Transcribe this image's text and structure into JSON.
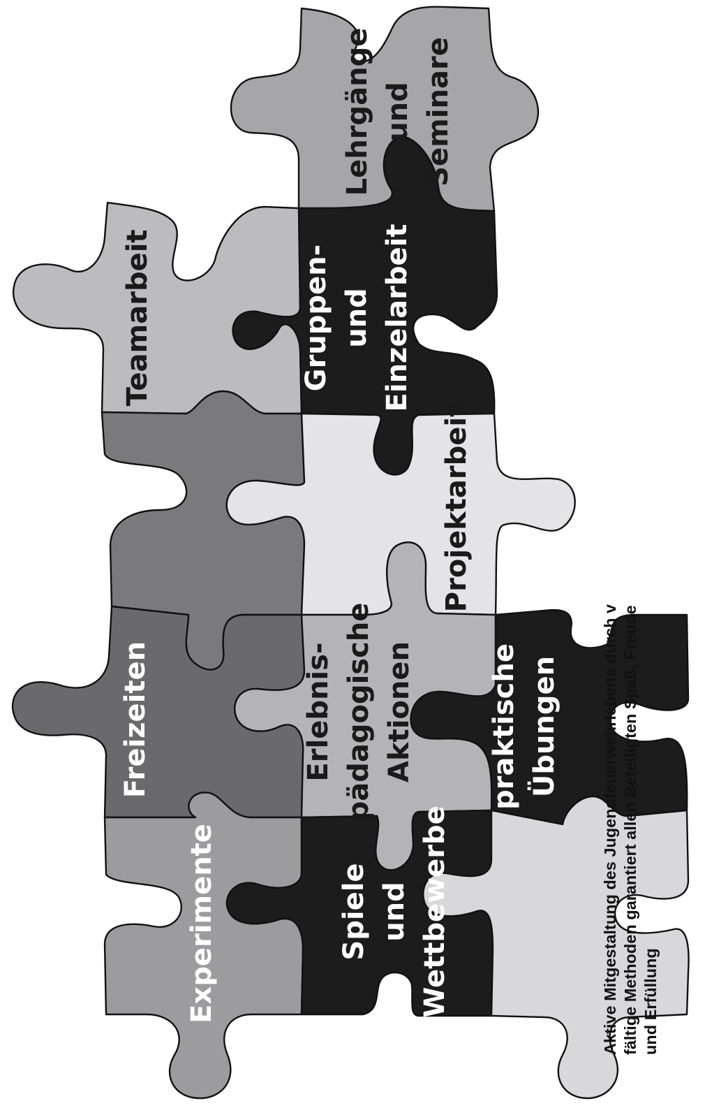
{
  "pieces": {
    "lehrgaenge": {
      "lines": [
        "Lehrgänge",
        "und",
        "Seminare"
      ],
      "fill": "#a6a6a8",
      "text_color": "#1a1a1a"
    },
    "teamarbeit": {
      "lines": [
        "Teamarbeit"
      ],
      "fill": "#bcbcbe",
      "text_color": "#1a1a1a"
    },
    "gruppen": {
      "lines": [
        "Gruppen-",
        "und",
        "Einzelarbeit"
      ],
      "fill": "#1c1c1c",
      "text_color": "#ffffff"
    },
    "upper_dark": {
      "lines": [],
      "fill": "#7a7a7c",
      "text_color": "#ffffff"
    },
    "projektarbeit": {
      "lines": [
        "Projektarbeit"
      ],
      "fill": "#e4e4e6",
      "text_color": "#1a1a1a"
    },
    "freizeiten": {
      "lines": [
        "Freizeiten"
      ],
      "fill": "#6a6a6c",
      "text_color": "#ffffff"
    },
    "erlebnis": {
      "lines": [
        "Erlebnis-",
        "pädagogische",
        "Aktionen"
      ],
      "fill": "#b4b4b6",
      "text_color": "#1a1a1a"
    },
    "praktische": {
      "lines": [
        "praktische",
        "Übungen"
      ],
      "fill": "#1c1c1c",
      "text_color": "#ffffff"
    },
    "experimente": {
      "lines": [
        "Experimente"
      ],
      "fill": "#9c9c9e",
      "text_color": "#ffffff"
    },
    "spiele": {
      "lines": [
        "Spiele",
        "und",
        "Wettbewerbe"
      ],
      "fill": "#1c1c1c",
      "text_color": "#ffffff"
    },
    "lower_light": {
      "lines": [],
      "fill": "#d8d8da",
      "text_color": "#1a1a1a"
    }
  },
  "caption": {
    "line1": "Aktive Mitgestaltung des Jugendfeuerwehrlebens durch v",
    "line2": "fältige Methoden garantiert allen Beteiligten Spaß, Freude",
    "line3": "und Erfüllung"
  }
}
